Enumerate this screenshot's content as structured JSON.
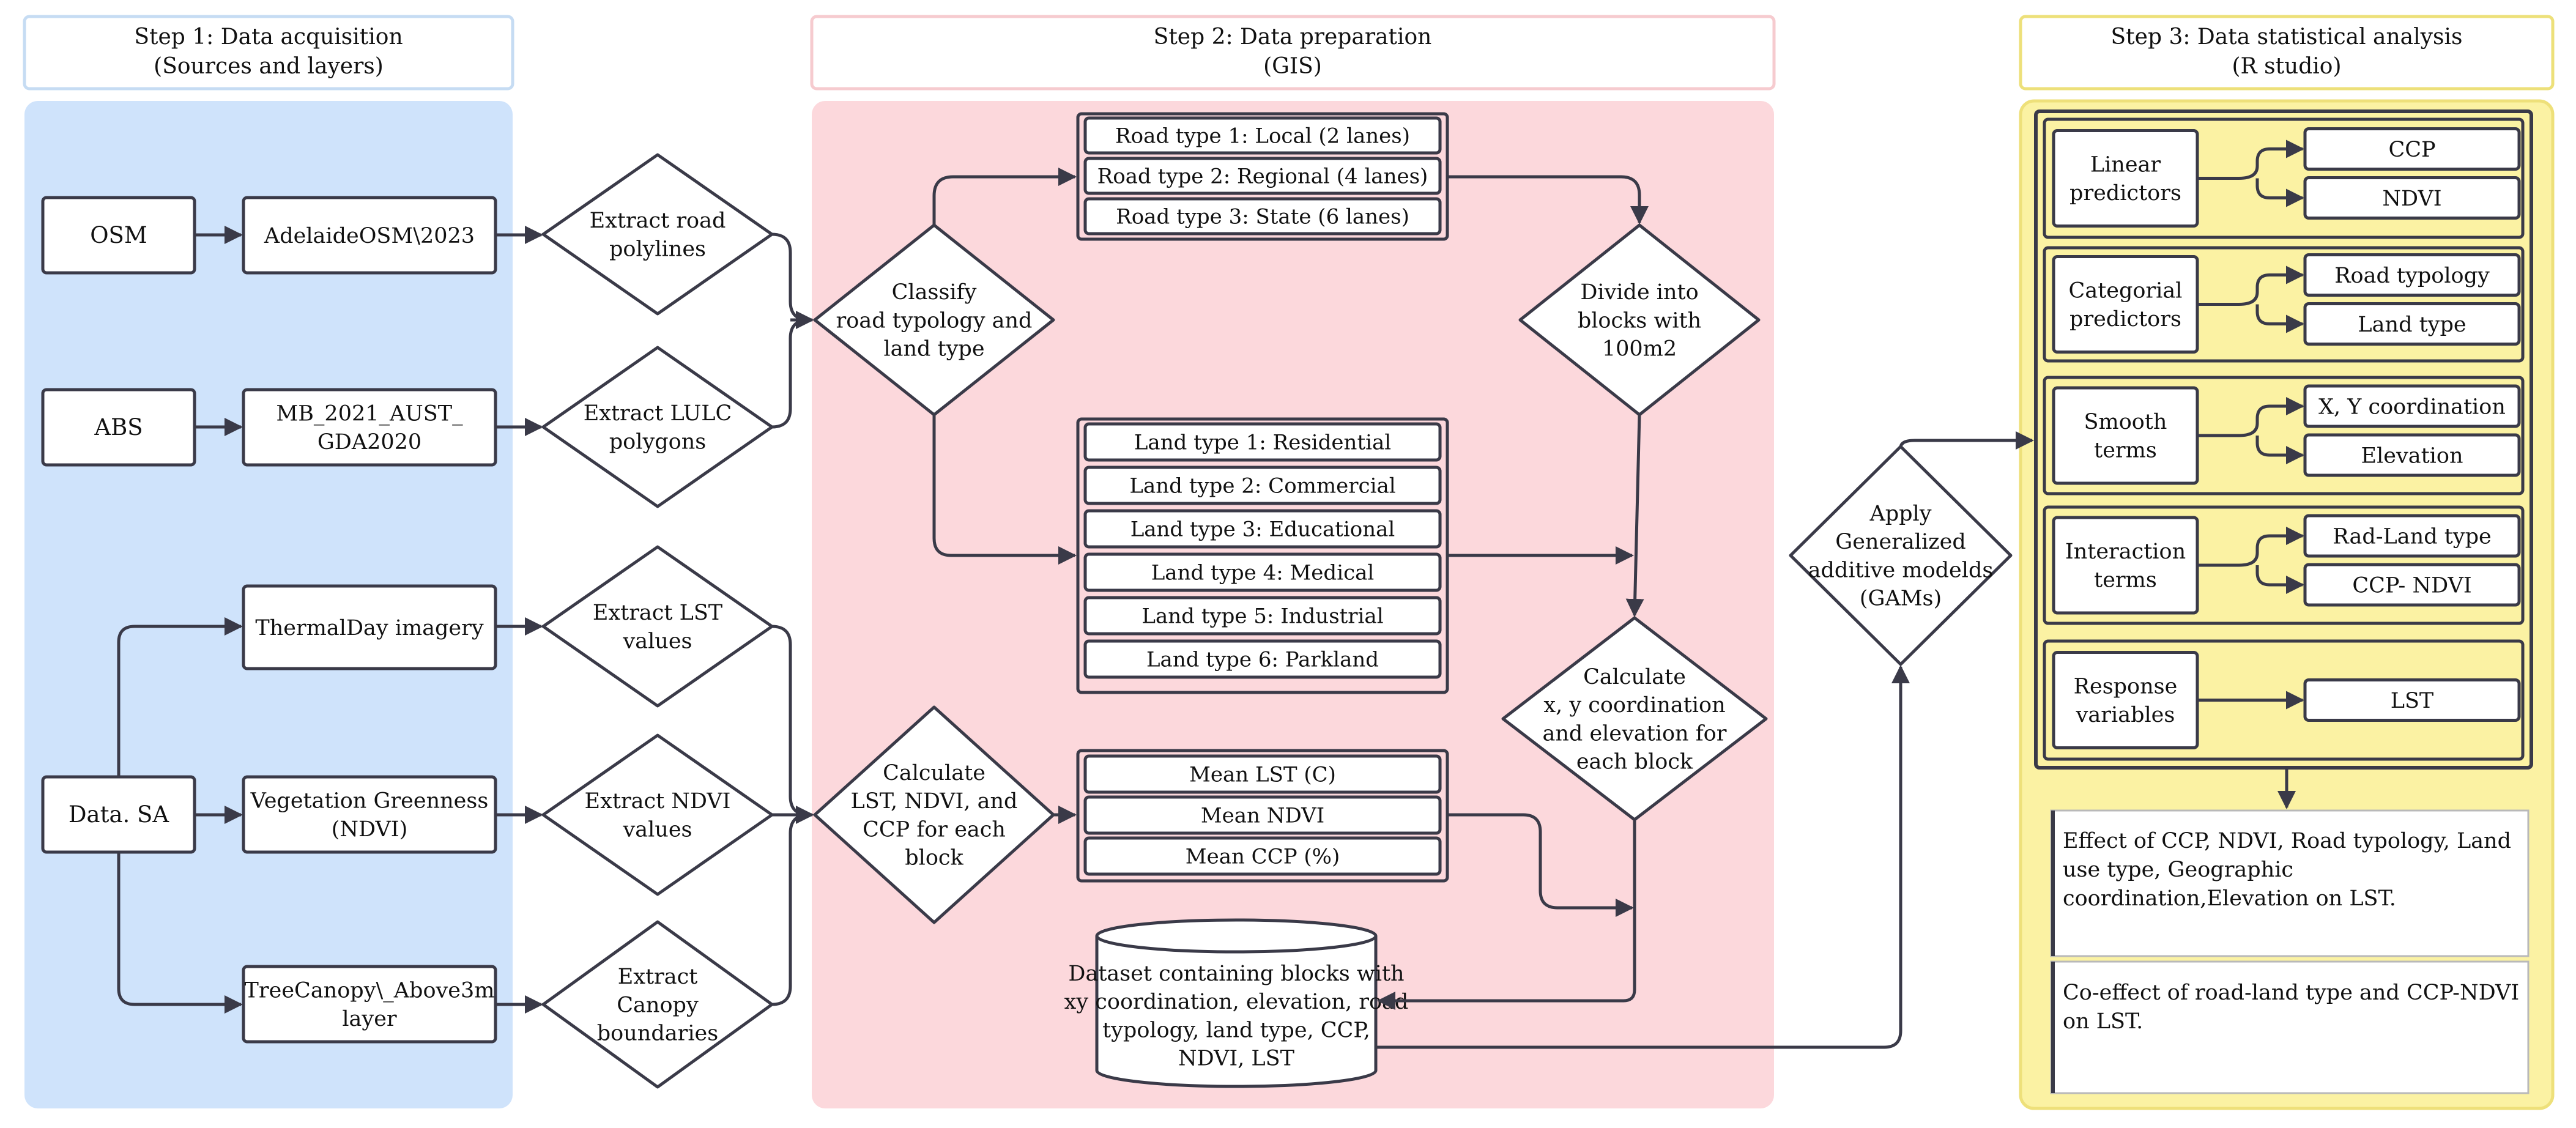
{
  "colors": {
    "panel1": "#cfe3fb",
    "panel2": "#fcd8dc",
    "panel3": "#fbf2a3",
    "panel3_border": "#eee07a",
    "header1_border": "#c6dcf3",
    "header2_border": "#f6cbcf",
    "header3_border": "#ede07a",
    "stroke": "#3a3a48"
  },
  "headers": {
    "step1": {
      "line1": "Step 1: Data acquisition",
      "line2": "(Sources and layers)"
    },
    "step2": {
      "line1": "Step 2: Data preparation",
      "line2": "(GIS)"
    },
    "step3": {
      "line1": "Step 3: Data statistical analysis",
      "line2": "(R studio)"
    }
  },
  "step1": {
    "sources": {
      "osm": "OSM",
      "abs": "ABS",
      "datasa": "Data. SA"
    },
    "layers": {
      "osm_layer": [
        "AdelaideOSM\\2023"
      ],
      "abs_layer": [
        "MB_2021_AUST_",
        "GDA2020"
      ],
      "thermal": [
        "ThermalDay imagery"
      ],
      "veg": [
        "Vegetation Greenness",
        "(NDVI)"
      ],
      "canopy": [
        "TreeCanopy\\_Above3m",
        "layer"
      ]
    },
    "extracts": {
      "road": [
        "Extract road",
        "polylines"
      ],
      "lulc": [
        "Extract LULC",
        "polygons"
      ],
      "lst": [
        "Extract LST",
        "values"
      ],
      "ndvi": [
        "Extract NDVI",
        "values"
      ],
      "canopy": [
        "Extract",
        "Canopy",
        "boundaries"
      ]
    }
  },
  "step2": {
    "classify": [
      "Classify",
      "road  typology and",
      "land type"
    ],
    "road_types": [
      "Road type 1: Local    (2 lanes)",
      "Road type 2: Regional (4 lanes)",
      "Road type 3: State (6 lanes)"
    ],
    "land_types": [
      "Land type 1: Residential",
      "Land type 2: Commercial",
      "Land type 3: Educational",
      "Land type 4: Medical",
      "Land type 5: Industrial",
      "Land type 6: Parkland"
    ],
    "divide": [
      "Divide into",
      "blocks with",
      "100m2"
    ],
    "calc_block": [
      "Calculate",
      "LST, NDVI, and",
      "CCP for each",
      "block"
    ],
    "means": [
      "Mean LST (C)",
      "Mean NDVI",
      "Mean CCP (%)"
    ],
    "calc_xy": [
      "Calculate",
      "x, y coordination",
      "and elevation for",
      "each block"
    ],
    "dataset": [
      "Dataset containing blocks with",
      "xy coordination, elevation, road",
      "typology, land type, CCP,",
      "NDVI, LST"
    ]
  },
  "gam": [
    "Apply",
    "Generalized",
    "additive modelds",
    "(GAMs)"
  ],
  "step3": {
    "groups": [
      {
        "label": [
          "Linear",
          "predictors"
        ],
        "items": [
          "CCP",
          "NDVI"
        ]
      },
      {
        "label": [
          "Categorial",
          "predictors"
        ],
        "items": [
          "Road typology",
          "Land type"
        ]
      },
      {
        "label": [
          "Smooth",
          "terms"
        ],
        "items": [
          "X, Y coordination",
          "Elevation"
        ]
      },
      {
        "label": [
          "Interaction",
          "terms"
        ],
        "items": [
          "Rad-Land type",
          "CCP- NDVI"
        ]
      },
      {
        "label": [
          "Response",
          "variables"
        ],
        "items": [
          "LST"
        ]
      }
    ],
    "result1": [
      "Effect of CCP, NDVI, Road typology, Land",
      "use type,  Geographic",
      "coordination,Elevation on LST."
    ],
    "result2": [
      "Co-effect of road-land type and CCP-NDVI",
      "on LST."
    ]
  }
}
